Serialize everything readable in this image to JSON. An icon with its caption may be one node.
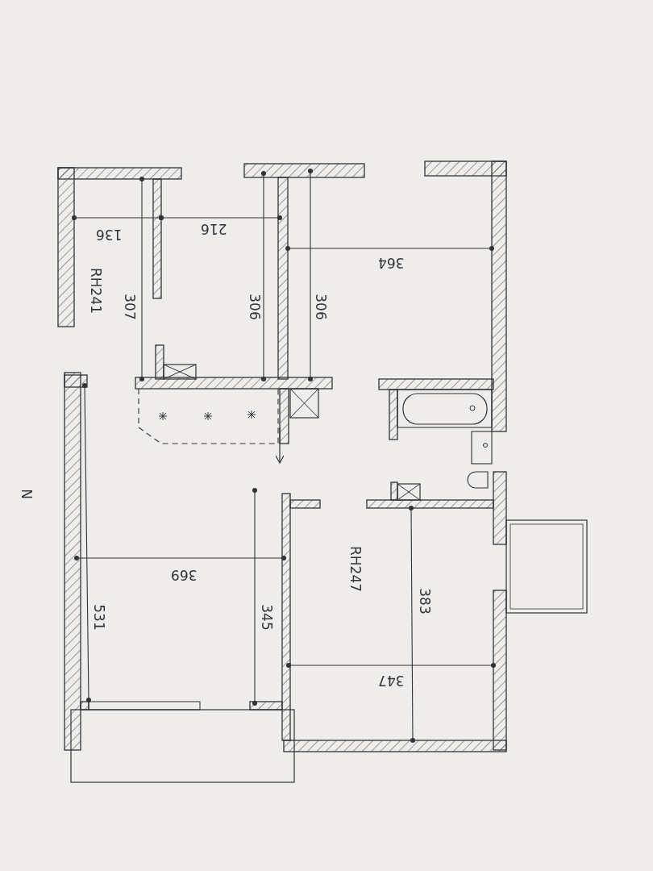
{
  "diagram": {
    "labels": [
      "136",
      "216",
      "364",
      "RH241",
      "307",
      "306",
      "306",
      "N",
      "369",
      "531",
      "345",
      "RH247",
      "383",
      "347"
    ]
  }
}
